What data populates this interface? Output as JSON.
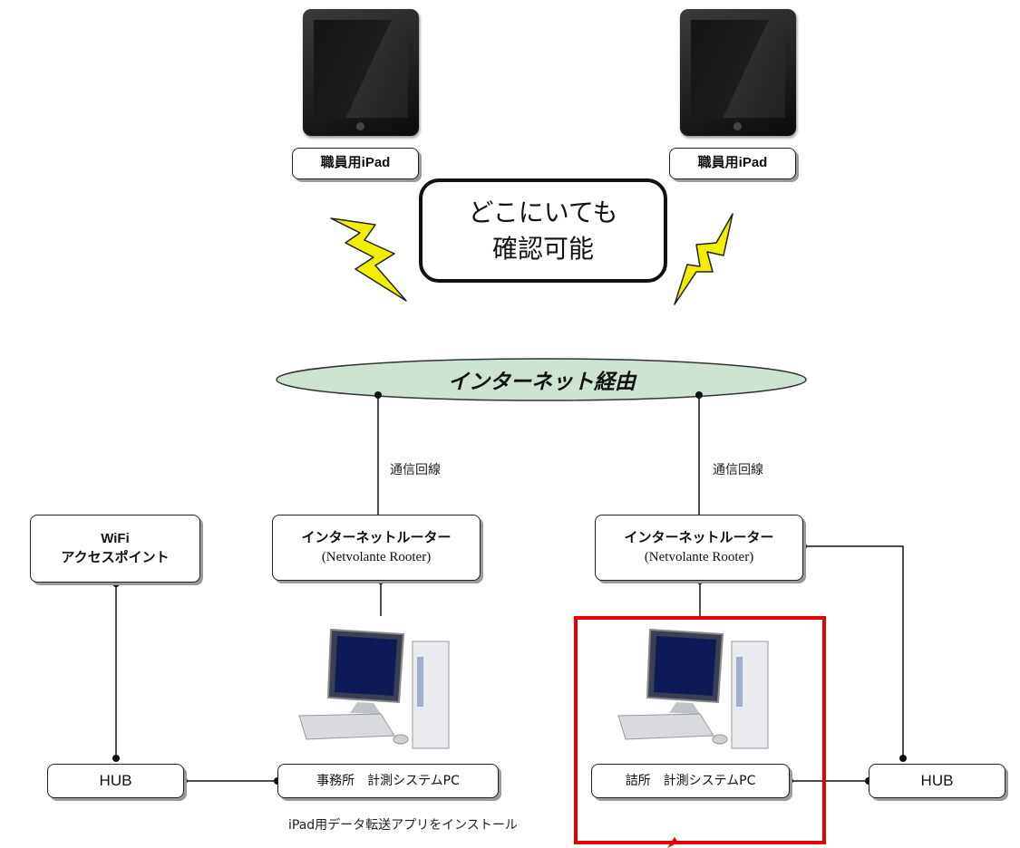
{
  "ipads": [
    {
      "label": "職員用iPad"
    },
    {
      "label": "職員用iPad"
    }
  ],
  "callout": {
    "line1": "どこにいても",
    "line2": "確認可能"
  },
  "internet": {
    "label": "インターネット経由"
  },
  "lines": {
    "left": "通信回線",
    "right": "通信回線"
  },
  "wifi": {
    "line1": "WiFi",
    "line2": "アクセスポイント"
  },
  "routers": [
    {
      "line1": "インターネットルーター",
      "line2": "(Netvolante Rooter)"
    },
    {
      "line1": "インターネットルーター",
      "line2": "(Netvolante Rooter)"
    }
  ],
  "hubs": [
    {
      "label": "HUB"
    },
    {
      "label": "HUB"
    }
  ],
  "pcs": [
    {
      "label": "事務所　計測システムPC"
    },
    {
      "label": "詰所　計測システムPC"
    }
  ],
  "install_note": "iPad用データ転送アプリをインストール",
  "colors": {
    "ellipse_fill": "#cfe3d3",
    "lightning": "#f2ee00",
    "highlight": "#e60000"
  }
}
